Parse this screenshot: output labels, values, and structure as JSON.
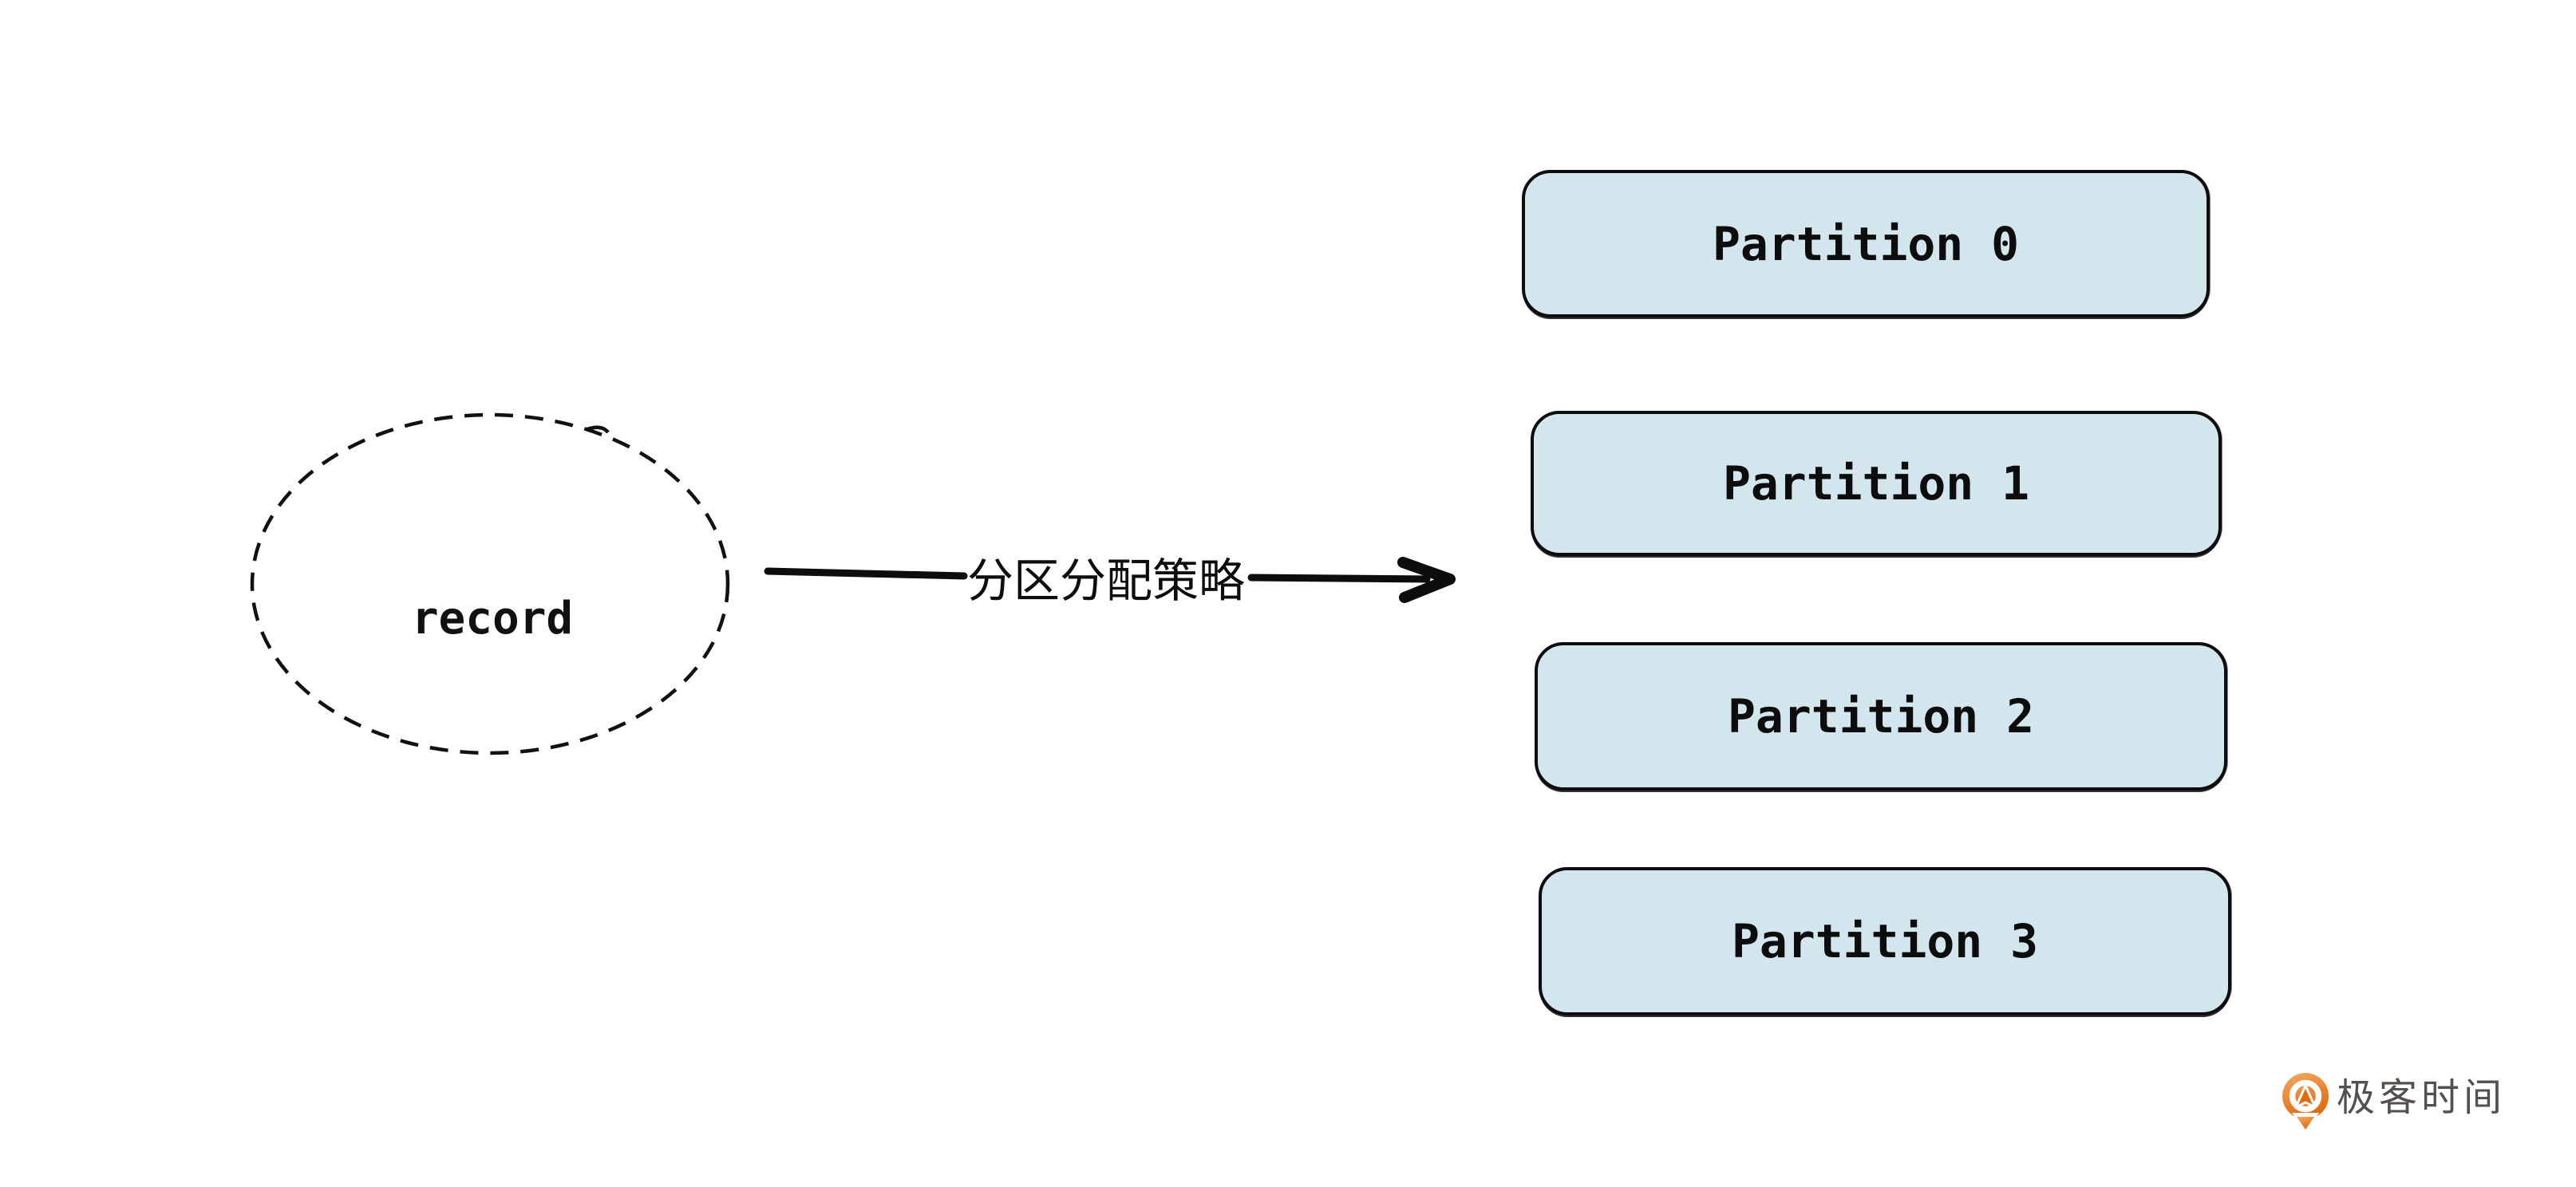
{
  "diagram": {
    "source_node": {
      "label": "record",
      "shape": "dashed-ellipse"
    },
    "arrow": {
      "label": "分区分配策略",
      "direction": "left-to-right"
    },
    "partitions": [
      {
        "label": "Partition 0"
      },
      {
        "label": "Partition 1"
      },
      {
        "label": "Partition 2"
      },
      {
        "label": "Partition 3"
      }
    ],
    "colors": {
      "background": "#ffffff",
      "partition_fill": "#d4e6ed",
      "stroke": "#0d0d0d",
      "brand_orange": "#e8751a",
      "brand_text_gray": "#54504d"
    }
  },
  "footer": {
    "brand_name": "极客时间"
  }
}
